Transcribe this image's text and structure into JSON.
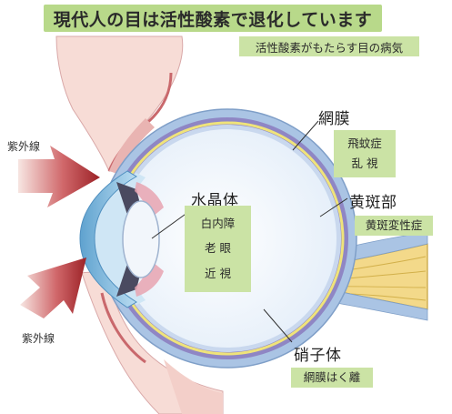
{
  "title": "現代人の目は活性酸素で退化しています",
  "subtitle": "活性酸素がもたらす目の病気",
  "uv_labels": [
    "紫外線",
    "紫外線"
  ],
  "parts": {
    "retina": {
      "name": "網膜",
      "diseases": [
        "飛蚊症",
        "乱 視"
      ]
    },
    "macula": {
      "name": "黄斑部",
      "diseases": [
        "黄斑変性症"
      ]
    },
    "lens": {
      "name": "水晶体",
      "diseases": [
        "白内障",
        "老 眼",
        "近 視"
      ]
    },
    "vitreous": {
      "name": "硝子体",
      "diseases": [
        "網膜はく離"
      ]
    }
  },
  "colors": {
    "title_bg": "#b8d98a",
    "box_bg": "#cbe3a5",
    "sclera": "#aac4e4",
    "choroid": "#8f86c4",
    "retina_line": "#efe37a",
    "lens": "#f2f6fb",
    "uv_arrow": "#b8363a",
    "skin": "#f7dbd6"
  }
}
